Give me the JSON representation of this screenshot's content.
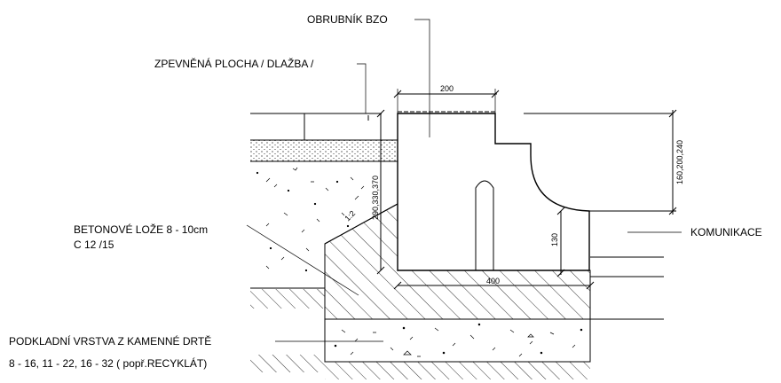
{
  "labels": {
    "curb": "OBRUBNÍK BZO",
    "paving": "ZPEVNĚNÁ PLOCHA / DLAŽBA /",
    "concrete_bed_1": "BETONOVÉ LOŽE 8 - 10cm",
    "concrete_bed_2": "C 12 /15",
    "subbase_1": "PODKLADNÍ VRSTVA  Z KAMENNÉ DRTĚ",
    "subbase_2": "8 - 16, 11 - 22, 16 - 32 ( popř.RECYKLÁT)",
    "road": "KOMUNIKACE"
  },
  "dimensions": {
    "top_width": "200",
    "base_width": "400",
    "curb_height": "290,330,370",
    "reveal_height": "160,200,240",
    "lower_height": "130",
    "slope": "1:2"
  }
}
